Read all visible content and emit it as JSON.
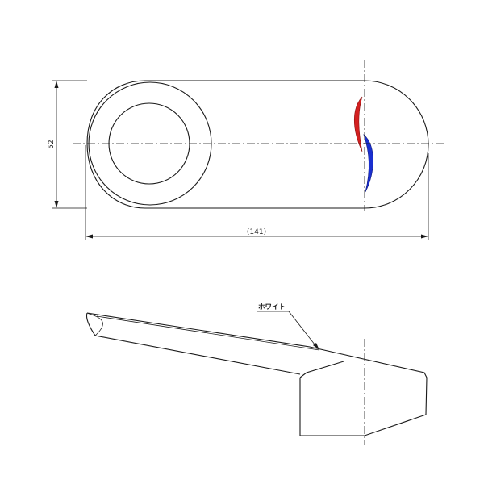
{
  "dimensions": {
    "height_label": "52",
    "length_label": "(141)"
  },
  "notes": {
    "color_label": "ホワイト"
  },
  "colors": {
    "hot_marker": "#d42020",
    "cold_marker": "#1a2fd0",
    "line": "#1a1a1a"
  }
}
